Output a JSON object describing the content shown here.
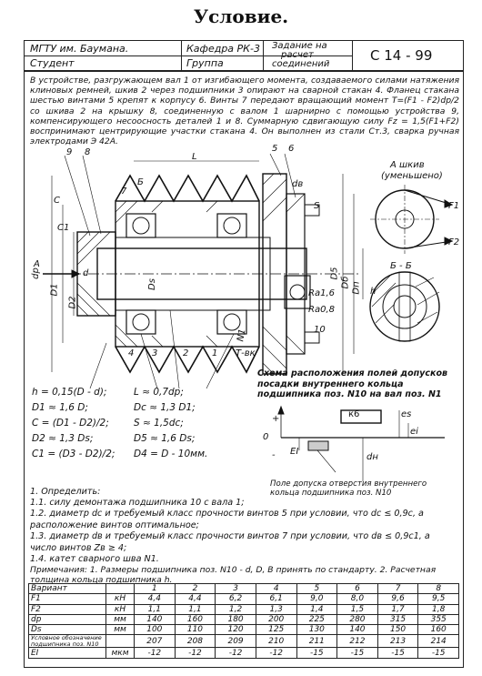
{
  "title": "Условие.",
  "header": {
    "university": "МГТУ им. Баумана.",
    "department": "Кафедра РК-3",
    "task": "Задание на расчет соединений",
    "task_l1": "Задание на",
    "task_l2": "расчет",
    "task_l3": "соединений",
    "code": "С 14 - 99",
    "student": "Студент",
    "group": "Группа"
  },
  "condition": "В устройстве, разгружающем вал 1 от изгибающего момента, создаваемого силами натяжения клиновых ремней, шкив 2 через подшипники 3 опирают на сварной стакан 4. Фланец стакана шестью винтами 5 крепят к корпусу 6. Винты 7 передают вращающий момент T=(F1 - F2)dp/2 со шкива 2 на крышку 8, соединенную с валом 1 шарнирно с помощью устройства 9, компенсирующего несоосность деталей 1 и 8. Суммарную сдвигающую силу Fz = 1,5(F1+F2) воспринимают центрирующие участки стакана 4. Он выполнен из стали Ст.3, сварка ручная электродами Э 42А.",
  "drawing_labels": {
    "l9": "9",
    "l8": "8",
    "lL": "L",
    "l5": "5",
    "l6": "6",
    "l7": "7",
    "lB": "Б",
    "ldB": "dв",
    "ldp": "dp",
    "lD1": "D1",
    "lD2": "D2",
    "lD": "D",
    "lA": "A",
    "ld": "d",
    "lDs": "Ds",
    "lD5": "D5",
    "lDb": "Dб",
    "lDp": "Dп",
    "lh": "h",
    "lc": "C",
    "lc1": "C1",
    "lS": "S",
    "l4": "4",
    "l3": "3",
    "l2": "2",
    "l1": "1",
    "lN1": "N1",
    "lTvk": "Т-вк",
    "l10": "10",
    "ra16": "Ra1,6",
    "ra08": "Ra0,8"
  },
  "aside": {
    "a_sheave": "А шкив",
    "a_scale": "(уменьшено)",
    "f1": "F1",
    "f2": "F2",
    "bb": "Б - Б"
  },
  "formulas": [
    "h = 0,15(D - d);",
    "L ≈ 0,7dp;",
    "D1 ≈ 1,6 D;",
    "Dc ≈ 1,3 D1;",
    "C = (D1 - D2)/2;",
    "S ≈ 1,5dc;",
    "D2 ≈ 1,3 Ds;",
    "D5 ≈ 1,6 Ds;",
    "C1 = (D3 - D2)/2;",
    "D4 = D - 10мм."
  ],
  "tolerance": {
    "heading": "Схема расположения полей допусков посадки внутреннего кольца подшипника поз. N10 на вал поз. N1",
    "k6": "к6",
    "zero": "0",
    "plus": "+",
    "minus": "-",
    "es": "es",
    "ei": "ei",
    "ei1": "EI",
    "dn": "dн",
    "field_note": "Поле допуска отверстия внутреннего кольца подшипника поз. N10"
  },
  "questions": {
    "head": "1. Определить:",
    "q1": "1.1. силу демонтажа подшипника 10 с вала 1;",
    "q2": "1.2. диаметр dc и требуемый класс прочности винтов 5 при условии, что dc ≤ 0,9с, а расположение винтов оптимальное;",
    "q3": "1.3. диаметр dв и требуемый класс прочности винтов 7 при условии, что dв ≤ 0,9с1, а число винтов Zв ≥ 4;",
    "q4": "1.4. катет сварного шва N1."
  },
  "note": "Примечания: 1. Размеры подшипника поз. N10 - d, D, B принять по стандарту. 2. Расчетная толщина кольца подшипника h.",
  "variants_table": {
    "header": [
      "Вариант",
      "",
      "1",
      "2",
      "3",
      "4",
      "5",
      "6",
      "7",
      "8"
    ],
    "rows": [
      [
        "F1",
        "кН",
        "4,4",
        "4,4",
        "6,2",
        "6,1",
        "9,0",
        "8,0",
        "9,6",
        "9,5"
      ],
      [
        "F2",
        "кН",
        "1,1",
        "1,1",
        "1,2",
        "1,3",
        "1,4",
        "1,5",
        "1,7",
        "1,8"
      ],
      [
        "dp",
        "мм",
        "140",
        "160",
        "180",
        "200",
        "225",
        "280",
        "315",
        "355"
      ],
      [
        "Ds",
        "мм",
        "100",
        "110",
        "120",
        "125",
        "130",
        "140",
        "150",
        "160"
      ],
      [
        "Условное обозначение подшипника поз. N10",
        "",
        "207",
        "208",
        "209",
        "210",
        "211",
        "212",
        "213",
        "214"
      ],
      [
        "EI",
        "мкм",
        "-12",
        "-12",
        "-12",
        "-12",
        "-15",
        "-15",
        "-15",
        "-15"
      ]
    ]
  }
}
